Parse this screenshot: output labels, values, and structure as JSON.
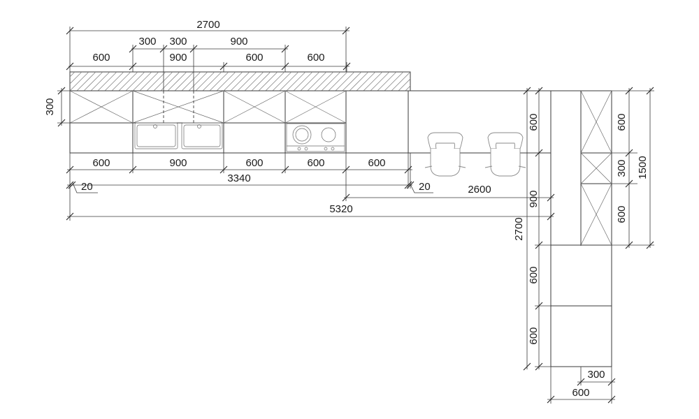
{
  "top_dimensions": {
    "overall": "2700",
    "upper_row": [
      "300",
      "300",
      "900"
    ],
    "middle_row": [
      "600",
      "900",
      "600",
      "600"
    ]
  },
  "left_dimension": "300",
  "bottom_dimensions": {
    "modules": [
      "600",
      "900",
      "600",
      "600",
      "600"
    ],
    "left_offset": "20",
    "run": "3340",
    "right_offset": "20",
    "bar_length": "2600",
    "overall": "5320"
  },
  "right_wing": {
    "outer_left_segments": [
      "600",
      "900"
    ],
    "outer_left_total": "2700",
    "inner_left_segments": [
      "600",
      "600"
    ],
    "right_segments": [
      "600",
      "300",
      "600"
    ],
    "right_total": "1500",
    "depth_small": "300",
    "depth_large": "600"
  }
}
